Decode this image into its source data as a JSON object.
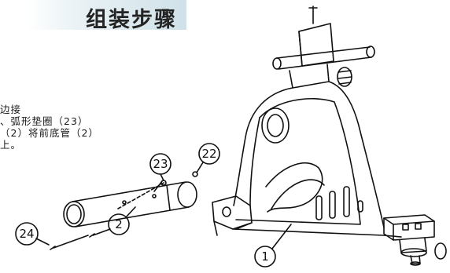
{
  "header": {
    "title": "组装步骤"
  },
  "instructions": {
    "line1": "边接",
    "line2": "、弧形垫圈（23）",
    "line3": "（2）将前底管（2）",
    "line4": "上。"
  },
  "callouts": {
    "c22": "22",
    "c23": "23",
    "c24": "24",
    "c2": "2",
    "c1": "1"
  }
}
